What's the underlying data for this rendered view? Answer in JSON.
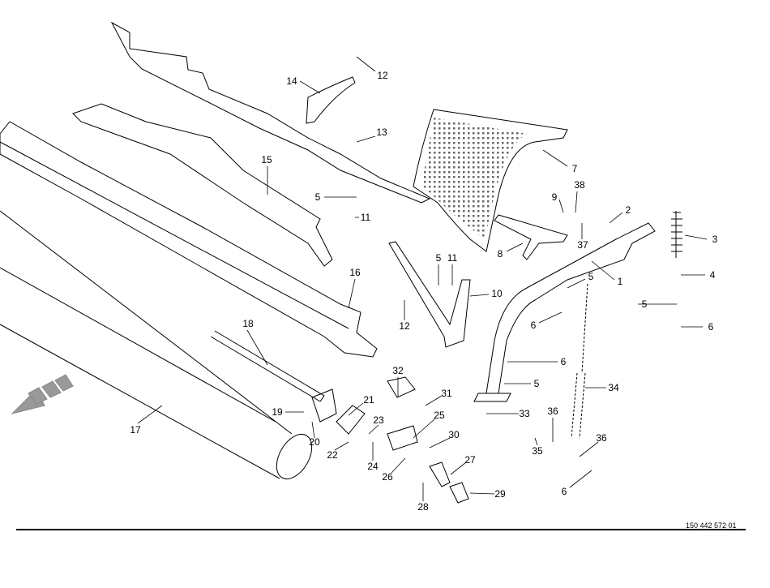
{
  "drawing_number": "150 442 572 01",
  "labels": [
    "12",
    "14",
    "13",
    "15",
    "7",
    "5",
    "11",
    "9",
    "38",
    "37",
    "2",
    "3",
    "8",
    "4",
    "5",
    "11",
    "1",
    "5",
    "16",
    "10",
    "12",
    "5",
    "6",
    "6",
    "18",
    "6",
    "5",
    "34",
    "32",
    "31",
    "21",
    "19",
    "33",
    "36",
    "23",
    "25",
    "17",
    "20",
    "22",
    "30",
    "35",
    "36",
    "24",
    "26",
    "27",
    "29",
    "28",
    "6"
  ]
}
